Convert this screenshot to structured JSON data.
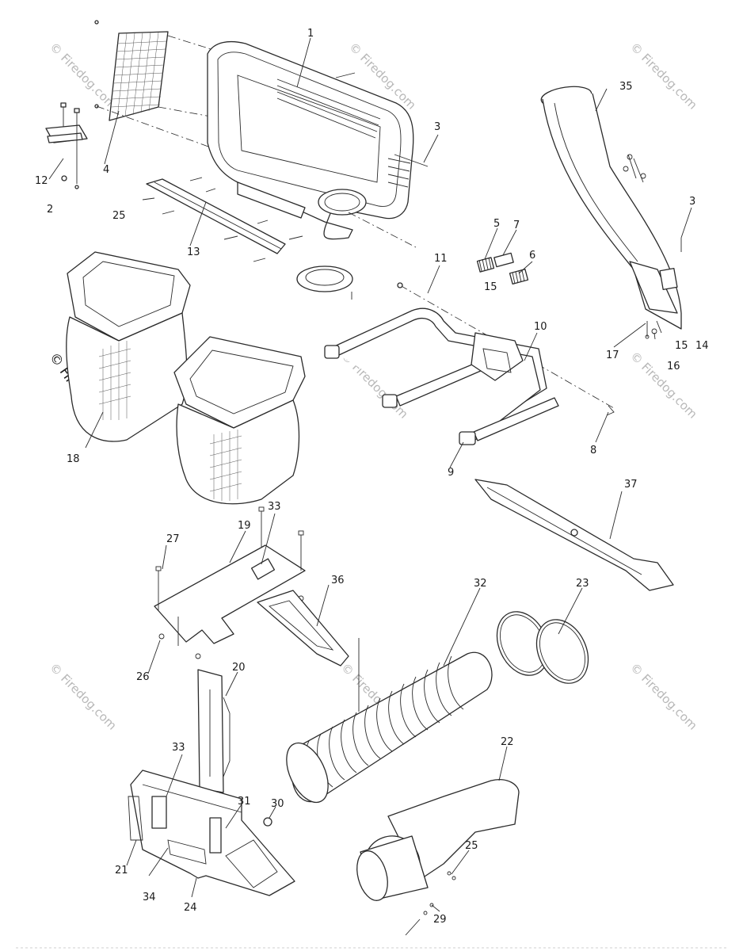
{
  "watermark": {
    "text": "© Firedog.com",
    "color": "#b8b8b8"
  },
  "callouts": {
    "c1": "1",
    "c2": "2",
    "c3a": "3",
    "c3b": "3",
    "c4": "4",
    "c5": "5",
    "c6": "6",
    "c7": "7",
    "c8": "8",
    "c9": "9",
    "c10": "10",
    "c11": "11",
    "c12": "12",
    "c13": "13",
    "c14": "14",
    "c15a": "15",
    "c15b": "15",
    "c16": "16",
    "c17": "17",
    "c18": "18",
    "c19": "19",
    "c20": "20",
    "c21": "21",
    "c22": "22",
    "c23": "23",
    "c24": "24",
    "c25a": "25",
    "c25b": "25",
    "c26": "26",
    "c27": "27",
    "c29": "29",
    "c30": "30",
    "c31": "31",
    "c32": "32",
    "c33a": "33",
    "c33b": "33",
    "c34": "34",
    "c35": "35",
    "c36": "36",
    "c37": "37"
  }
}
